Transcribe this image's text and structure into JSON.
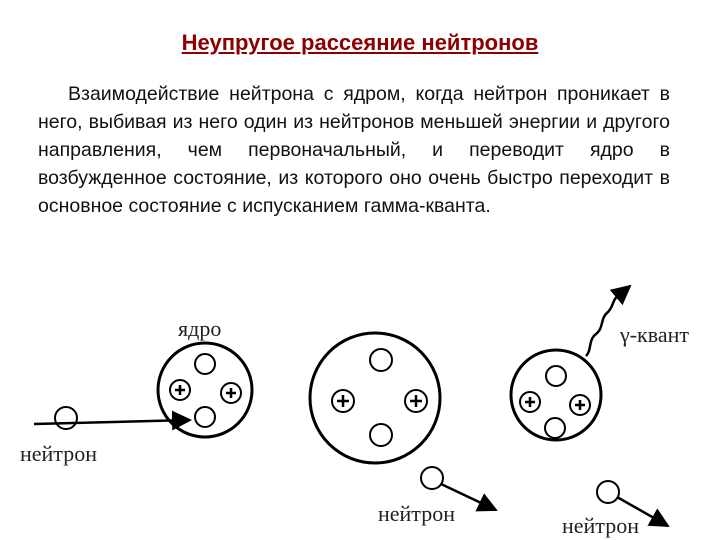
{
  "title": "Неупругое рассеяние нейтронов",
  "paragraph": "Взаимодействие нейтрона с ядром, когда нейтрон проникает в него, выбивая из него один из нейтронов меньшей энергии и другого направления, чем первоначальный, и переводит ядро в возбужденное состояние, из которого оно очень быстро переходит в основное состояние с испусканием гамма-кванта.",
  "diagram": {
    "label_nucleus": "ядро",
    "label_neutron_in": "нейтрон",
    "label_neutron_out_1": "нейтрон",
    "label_neutron_out_2": "нейтрон",
    "label_gamma": "γ-квант"
  }
}
